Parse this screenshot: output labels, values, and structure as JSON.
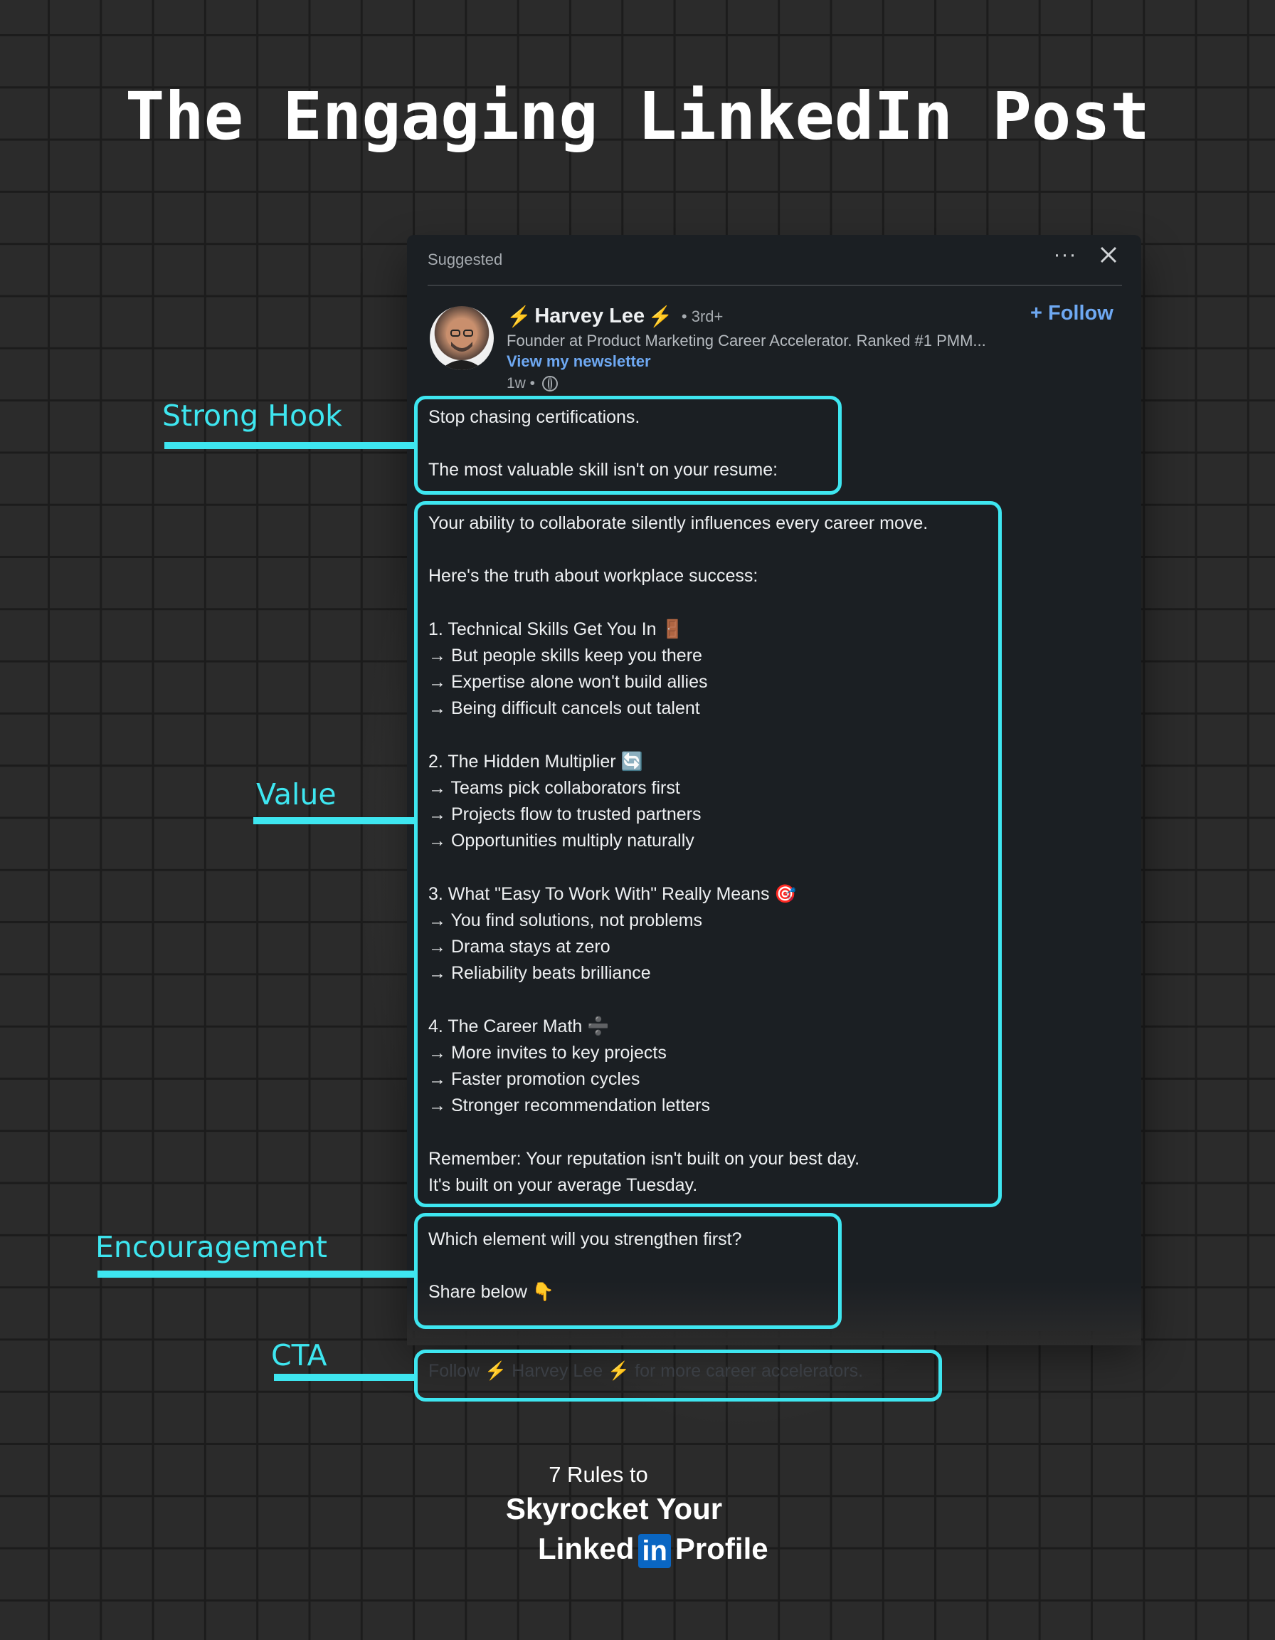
{
  "title": "The Engaging LinkedIn Post",
  "card": {
    "suggested": "Suggested",
    "more_icon": "···",
    "author": {
      "name": "Harvey Lee",
      "degree": "• 3rd+",
      "headline": "Founder at Product Marketing Career Accelerator. Ranked #1 PMM...",
      "newsletter": "View my newsletter",
      "time": "1w •"
    },
    "follow_label": "+ Follow"
  },
  "post": {
    "hook": "Stop chasing certifications.\n\nThe most valuable skill isn't on your resume:",
    "value": "Your ability to collaborate silently influences every career move.\n\nHere's the truth about workplace success:\n\n1. Technical Skills Get You In 🚪\n→ But people skills keep you there\n→ Expertise alone won't build allies\n→ Being difficult cancels out talent\n\n2. The Hidden Multiplier 🔄\n→ Teams pick collaborators first\n→ Projects flow to trusted partners\n→ Opportunities multiply naturally\n\n3. What \"Easy To Work With\" Really Means 🎯\n→ You find solutions, not problems\n→ Drama stays at zero\n→ Reliability beats brilliance\n\n4. The Career Math ➗\n→ More invites to key projects\n→ Faster promotion cycles\n→ Stronger recommendation letters\n\nRemember: Your reputation isn't built on your best day.\nIt's built on your average Tuesday.",
    "encouragement": "Which element will you strengthen first?\n\nShare below 👇",
    "cta": "Follow ⚡ Harvey Lee ⚡ for more career accelerators."
  },
  "labels": {
    "hook": "Strong Hook",
    "value": "Value",
    "encouragement": "Encouragement",
    "cta": "CTA"
  },
  "promo": {
    "line1": "7 Rules to",
    "line2": "Skyrocket Your",
    "linked": "Linked",
    "in": "in",
    "profile": "Profile"
  },
  "colors": {
    "accent": "#3ee6f0",
    "linkedin_blue": "#0a66c2",
    "link": "#6ea8f2",
    "card_bg": "#1b1f23"
  }
}
